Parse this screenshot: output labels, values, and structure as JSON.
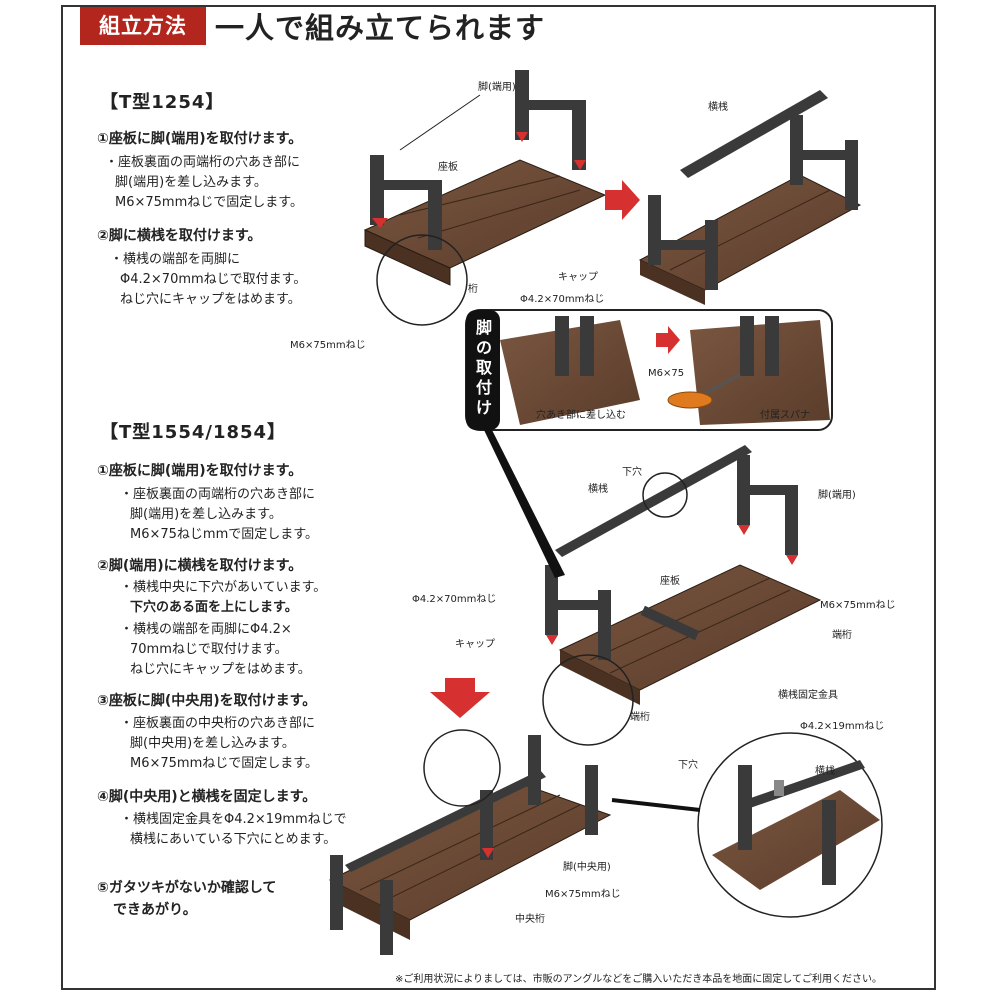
{
  "header": {
    "tag": "組立方法",
    "title": "一人で組み立てられます"
  },
  "t1254": {
    "title": "【T型1254】",
    "step1": "①座板に脚(端用)を取付けます。",
    "step1_lines": [
      "・座板裏面の両端桁の穴あき部に",
      "脚(端用)を差し込みます。",
      "M6×75mmねじで固定します。"
    ],
    "step2": "②脚に横桟を取付けます。",
    "step2_lines": [
      "・横桟の端部を両脚に",
      "Φ4.2×70mmねじで取付ます。",
      "ねじ穴にキャップをはめます。"
    ]
  },
  "t1554": {
    "title": "【T型1554/1854】",
    "step1": "①座板に脚(端用)を取付けます。",
    "step1_lines": [
      "・座板裏面の両端桁の穴あき部に",
      "脚(端用)を差し込みます。",
      "M6×75ねじmmで固定します。"
    ],
    "step2": "②脚(端用)に横桟を取付けます。",
    "step2_lines": [
      "・横桟中央に下穴があいています。",
      "下穴のある面を上にします。"
    ],
    "step2b_lines": [
      "・横桟の端部を両脚にΦ4.2×",
      "70mmねじで取付けます。",
      "ねじ穴にキャップをはめます。"
    ],
    "step3": "③座板に脚(中央用)を取付けます。",
    "step3_lines": [
      "・座板裏面の中央桁の穴あき部に",
      "脚(中央用)を差し込みます。",
      "M6×75mmねじで固定します。"
    ],
    "step4": "④脚(中央用)と横桟を固定します。",
    "step4_lines": [
      "・横桟固定金具をΦ4.2×19mmねじで",
      "横桟にあいている下穴にとめます。"
    ],
    "step5_lines": [
      "⑤ガタツキがないか確認して",
      "できあがり。"
    ]
  },
  "sidebar": {
    "chars": [
      "脚",
      "の",
      "取",
      "付",
      "け"
    ]
  },
  "labels": {
    "leg_end": "脚(端用)",
    "seat": "座板",
    "beam": "桁",
    "m6": "M6×75mmねじ",
    "crossbar": "横桟",
    "cap": "キャップ",
    "phi70": "Φ4.2×70mmねじ",
    "insert": "穴あき部に差し込む",
    "m6_75": "M6×75",
    "spanner": "付属スパナ",
    "pilot": "下穴",
    "crossbar2": "横桟",
    "leg_end2": "脚(端用)",
    "seat2": "座板",
    "phi70_2": "Φ4.2×70mmねじ",
    "m6_2": "M6×75mmねじ",
    "cap2": "キャップ",
    "end_beam": "端桁",
    "end_beam2": "端桁",
    "bracket": "横桟固定金具",
    "phi19": "Φ4.2×19mmねじ",
    "pilot2": "下穴",
    "crossbar3": "横桟",
    "leg_center": "脚(中央用)",
    "m6_3": "M6×75mmねじ",
    "center_beam": "中央桁"
  },
  "footnote": "※ご利用状況によりましては、市販のアングルなどをご購入いただき本品を地面に固定してご利用ください。",
  "colors": {
    "accent": "#b3261e",
    "wood": "#6b4a35",
    "wood_dark": "#4a3122",
    "metal": "#3a3a3a",
    "arrow": "#d63030"
  }
}
